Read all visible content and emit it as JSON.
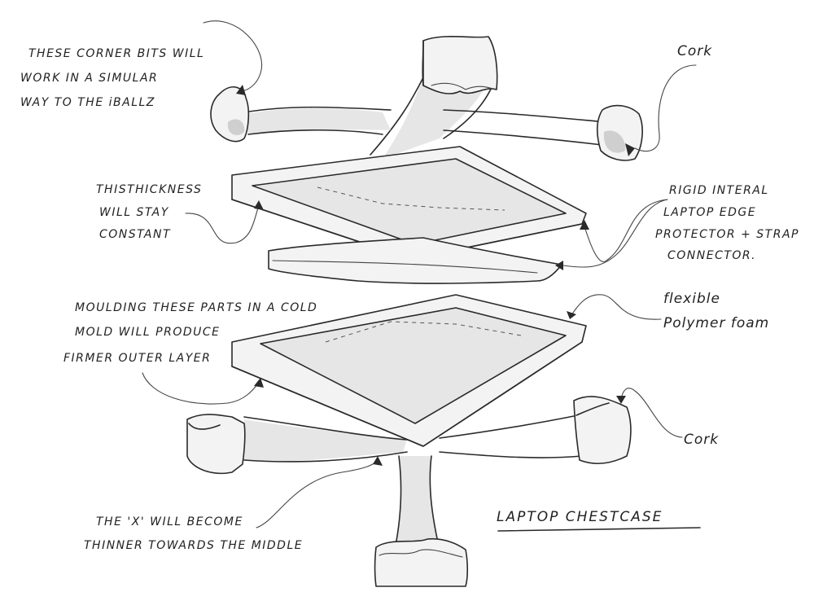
{
  "annotations": {
    "corner_bits": [
      "THESE CORNER BITS WILL",
      "WORK IN A SIMULAR",
      "WAY TO THE iBALLZ"
    ],
    "cork_top": "Cork",
    "thickness": [
      "THISTHICKNESS",
      "WILL STAY",
      "CONSTANT"
    ],
    "rigid": [
      "RIGID INTERAL",
      "LAPTOP EDGE",
      "PROTECTOR + STRAP",
      "CONNECTOR."
    ],
    "moulding": [
      "MOULDING THESE PARTS IN A COLD",
      "MOLD WILL PRODUCE",
      "FIRMER OUTER LAYER"
    ],
    "foam": [
      "flexible",
      "Polymer foam"
    ],
    "cork_bottom": "Cork",
    "x_thinner": [
      "THE 'X' WILL BECOME",
      "THINNER TOWARDS THE MIDDLE"
    ],
    "title": "LAPTOP CHESTCASE"
  }
}
